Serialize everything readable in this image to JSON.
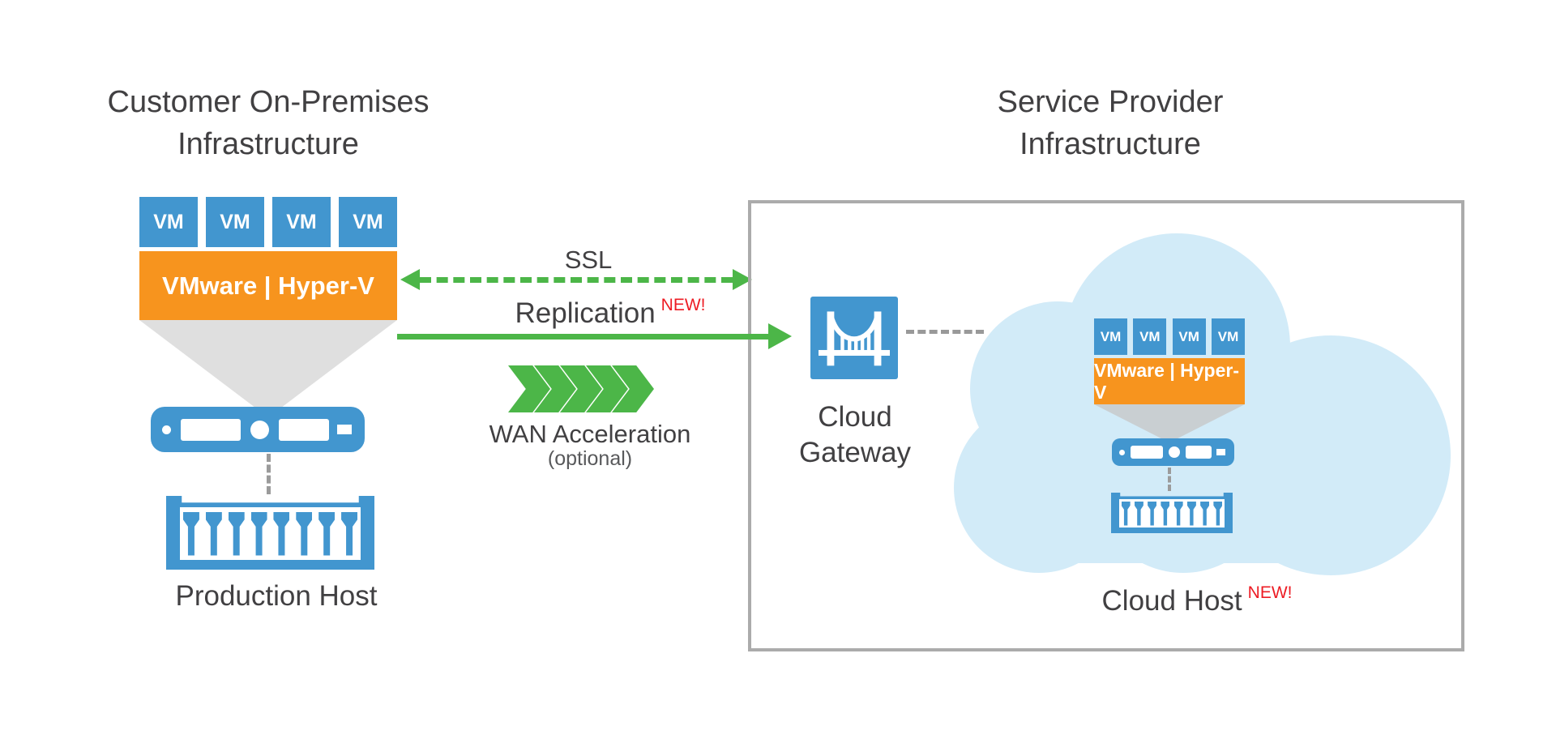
{
  "left": {
    "title_line1": "Customer On-Premises",
    "title_line2": "Infrastructure",
    "vms": [
      "VM",
      "VM",
      "VM",
      "VM"
    ],
    "hypervisor": "VMware | Hyper-V",
    "host_label": "Production Host"
  },
  "middle": {
    "ssl_label": "SSL",
    "replication_label": "Replication",
    "replication_badge": "NEW!",
    "wan_label": "WAN Acceleration",
    "wan_optional": "(optional)"
  },
  "right": {
    "title_line1": "Service Provider",
    "title_line2": "Infrastructure",
    "gateway_line1": "Cloud",
    "gateway_line2": "Gateway",
    "vms": [
      "VM",
      "VM",
      "VM",
      "VM"
    ],
    "hypervisor": "VMware | Hyper-V",
    "host_label": "Cloud Host",
    "host_badge": "NEW!"
  },
  "colors": {
    "vm_blue": "#4296CF",
    "hypervisor_orange": "#F7941E",
    "arrow_green": "#4CB648",
    "cloud_blue": "#D2EBF8",
    "badge_red": "#ED1C24",
    "box_border_gray": "#ABABAB",
    "text_gray": "#414042"
  }
}
